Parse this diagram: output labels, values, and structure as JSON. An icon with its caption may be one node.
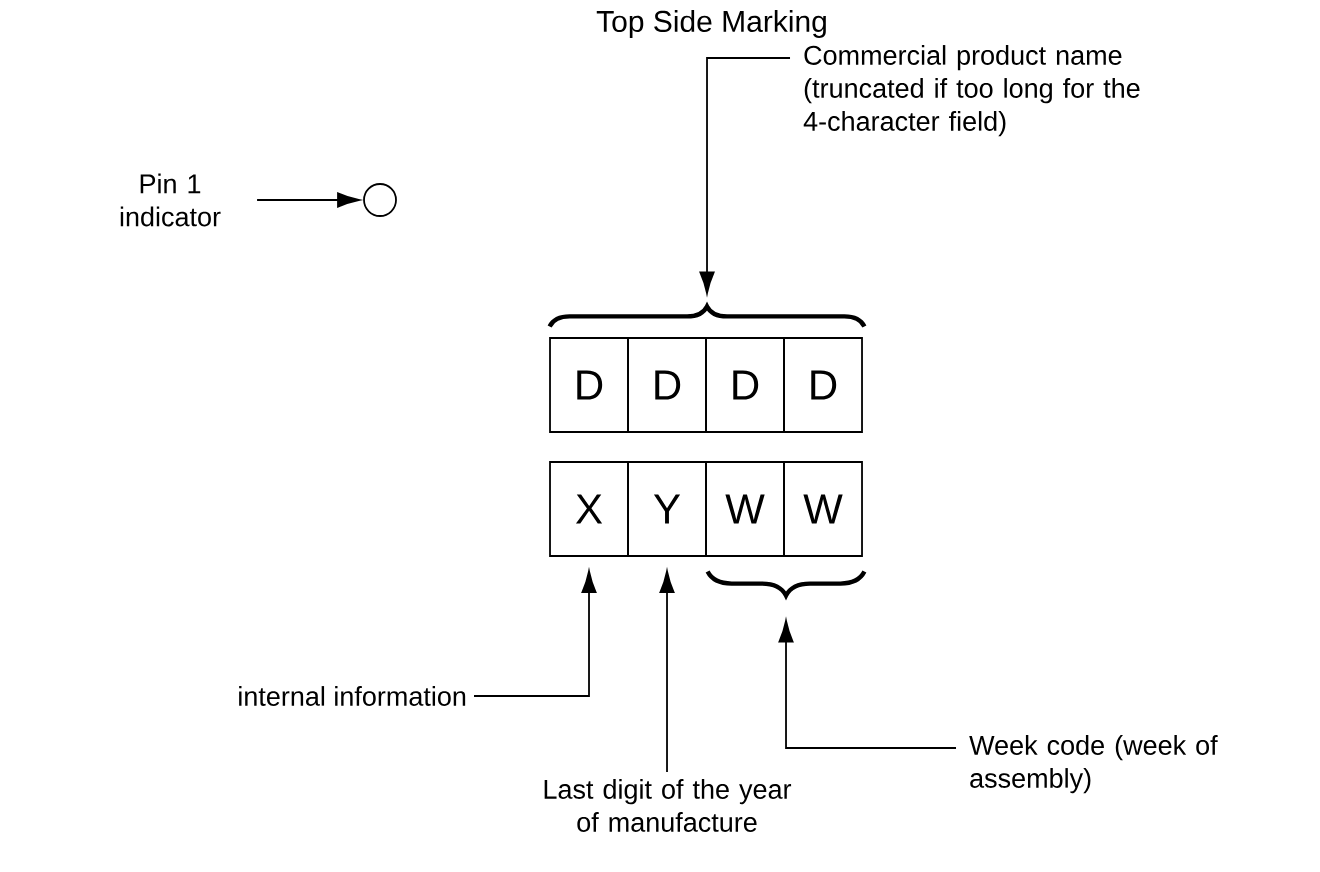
{
  "diagram": {
    "title": "Top Side Marking",
    "nodes": [
      {
        "text": [
          "Pin 1 indicator"
        ]
      },
      {
        "text": [],
        "shape": "circle"
      },
      {
        "text": [
          "Commercial product name (truncated if too long for the 4-character field)"
        ]
      },
      {
        "text": [],
        "shape": "brace"
      },
      {
        "text": [
          "D"
        ]
      },
      {
        "text": [
          "D"
        ]
      },
      {
        "text": [
          "D"
        ]
      },
      {
        "text": [
          "D"
        ]
      },
      {
        "text": [
          "X"
        ]
      },
      {
        "text": [
          "Y"
        ]
      },
      {
        "text": [
          "W"
        ]
      },
      {
        "text": [
          "W"
        ]
      },
      {
        "text": [],
        "shape": "brace"
      },
      {
        "text": [
          "internal information"
        ]
      },
      {
        "text": [
          "Last digit of the year of manufacture"
        ]
      },
      {
        "text": [
          "Week code (week of assembly)"
        ]
      }
    ],
    "edges": [
      {
        "from": 0,
        "to": 1,
        "arrow": "to"
      },
      {
        "from": 2,
        "to": 3,
        "arrow": "to"
      },
      {
        "from": 13,
        "to": 8,
        "arrow": "to"
      },
      {
        "from": 14,
        "to": 9,
        "arrow": "to"
      },
      {
        "from": 15,
        "to": 12,
        "arrow": "to"
      }
    ]
  }
}
